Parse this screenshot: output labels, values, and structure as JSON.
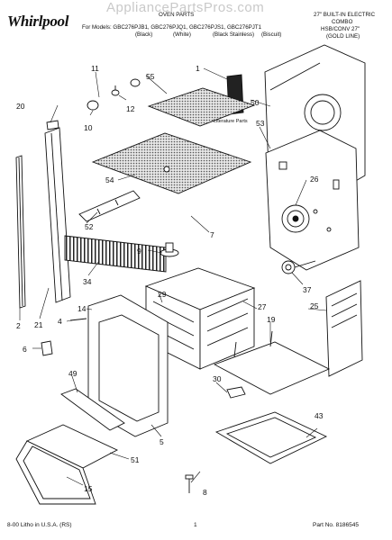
{
  "header": {
    "brand": "Whirlpool",
    "watermark": "AppliancePartsPros.com",
    "title": "OVEN PARTS",
    "models_line": "For Models: GBC276PJB1, GBC276PJQ1, GBC276PJS1, GBC276PJT1",
    "colors": [
      "(Black)",
      "(White)",
      "(Black Stainless)",
      "(Biscuit)"
    ],
    "product_lines": [
      "27\" BUILT-IN ELECTRIC",
      "COMBO",
      "HSB/CONV 27\"",
      "(GOLD LINE)"
    ]
  },
  "callouts": [
    "1",
    "2",
    "4",
    "5",
    "6",
    "7",
    "8",
    "9",
    "10",
    "11",
    "12",
    "14",
    "15",
    "19",
    "20",
    "21",
    "25",
    "26",
    "27",
    "29",
    "30",
    "34",
    "37",
    "43",
    "49",
    "50",
    "51",
    "52",
    "53",
    "54",
    "55"
  ],
  "literature_label": "Literature Parts",
  "footer": {
    "left": "8-00 Litho in U.S.A. (RS)",
    "page": "1",
    "part_no": "Part No. 8186545"
  }
}
